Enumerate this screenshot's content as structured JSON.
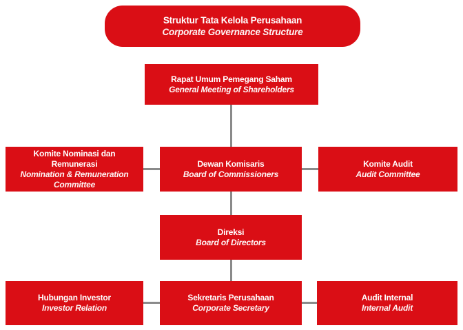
{
  "colors": {
    "box_red": "#DA0E15",
    "text_white": "#FFFFFF",
    "line_gray": "#8A8A8A"
  },
  "title_box": {
    "line1": "Struktur Tata Kelola Perusahaan",
    "line2": "Corporate Governance Structure"
  },
  "nodes": {
    "rups": {
      "line1": "Rapat Umum Pemegang Saham",
      "line2": "General Meeting of Shareholders"
    },
    "komite_nominasi": {
      "line1": "Komite Nominasi dan Remunerasi",
      "line2": "Nomination & Remuneration Committee"
    },
    "dewan_komisaris": {
      "line1": "Dewan Komisaris",
      "line2": "Board of Commissioners"
    },
    "komite_audit": {
      "line1": "Komite Audit",
      "line2": "Audit Committee"
    },
    "direksi": {
      "line1": "Direksi",
      "line2": "Board of Directors"
    },
    "hubungan_investor": {
      "line1": "Hubungan Investor",
      "line2": "Investor Relation"
    },
    "sekretaris_perusahaan": {
      "line1": "Sekretaris Perusahaan",
      "line2": "Corporate Secretary"
    },
    "audit_internal": {
      "line1": "Audit Internal",
      "line2": "Internal Audit"
    }
  }
}
